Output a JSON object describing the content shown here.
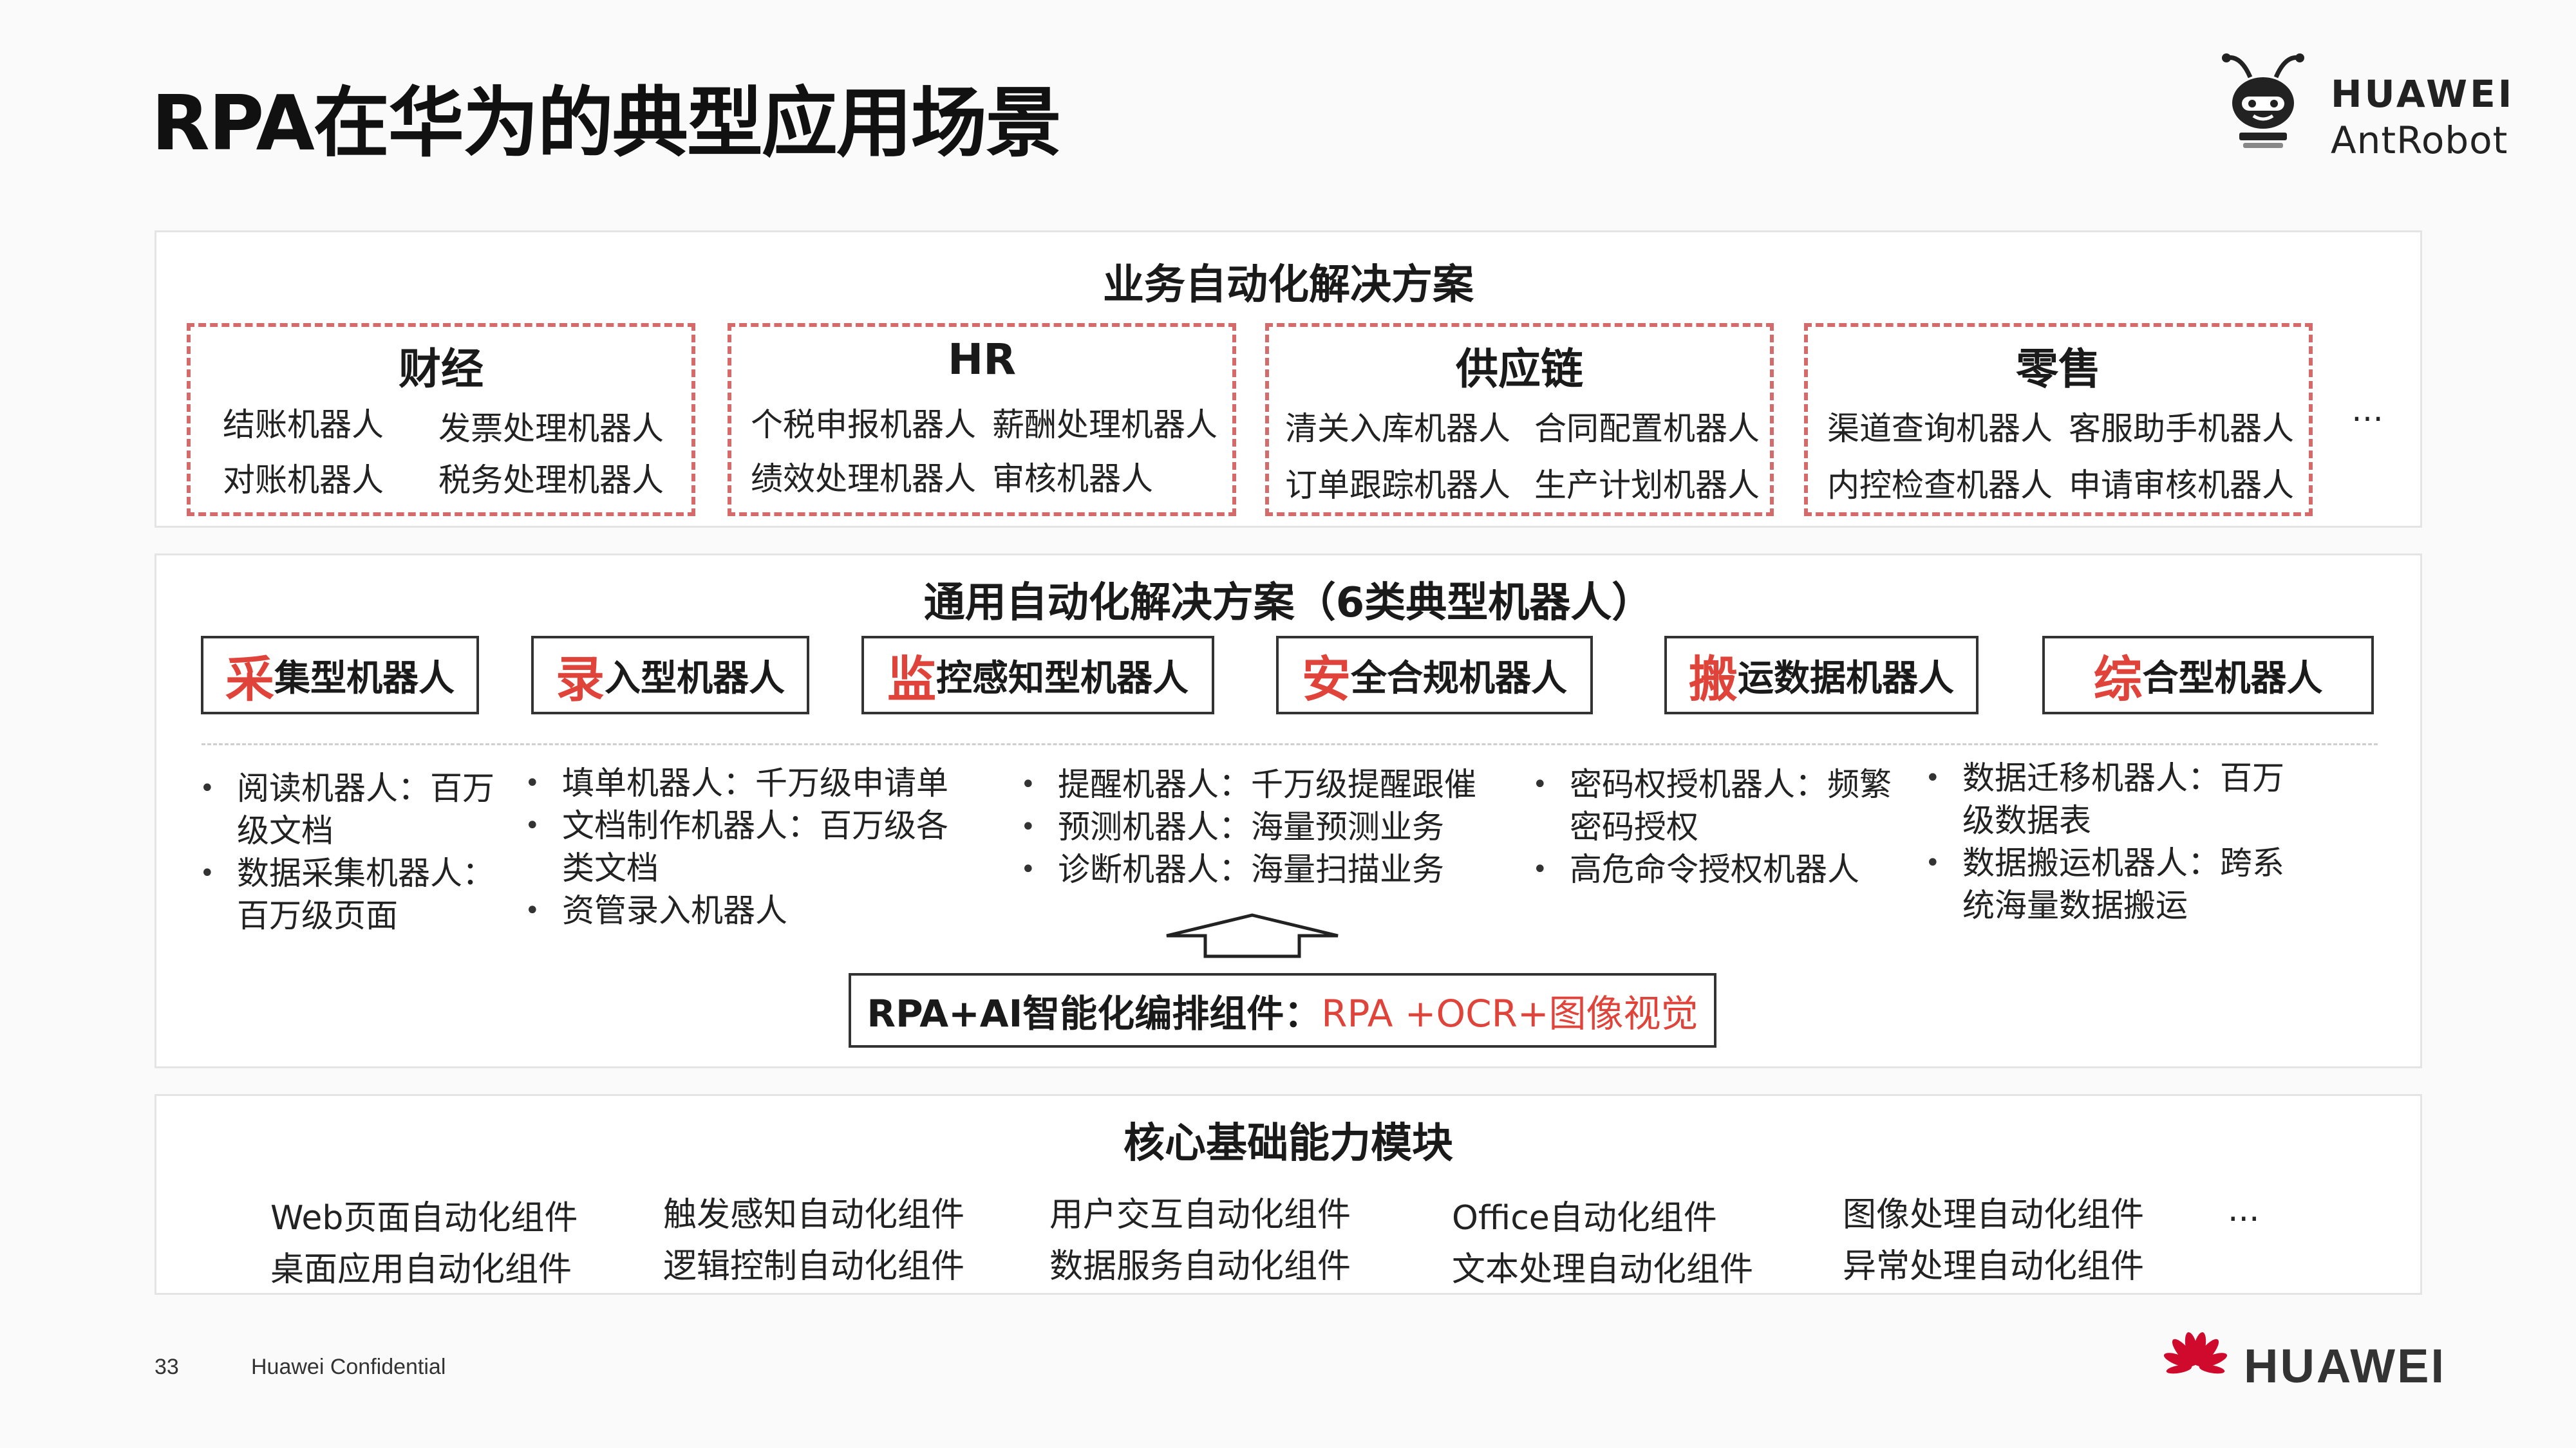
{
  "title": "RPA在华为的典型应用场景",
  "brand": {
    "line1": "HUAWEI",
    "line2": "AntRobot"
  },
  "business": {
    "title": "业务自动化解决方案",
    "ellipsis": "…",
    "groups": [
      {
        "name": "财经",
        "items": [
          "结账机器人",
          "发票处理机器人",
          "对账机器人",
          "税务处理机器人"
        ]
      },
      {
        "name": "HR",
        "items": [
          "个税申报机器人",
          "薪酬处理机器人",
          "绩效处理机器人",
          "审核机器人"
        ]
      },
      {
        "name": "供应链",
        "items": [
          "清关入库机器人",
          "合同配置机器人",
          "订单跟踪机器人",
          "生产计划机器人"
        ]
      },
      {
        "name": "零售",
        "items": [
          "渠道查询机器人",
          "客服助手机器人",
          "内控检查机器人",
          "申请审核机器人"
        ]
      }
    ]
  },
  "general": {
    "title": "通用自动化解决方案（6类典型机器人）",
    "robots": [
      {
        "first": "采",
        "rest": "集型机器人"
      },
      {
        "first": "录",
        "rest": "入型机器人"
      },
      {
        "first": "监",
        "rest": "控感知型机器人"
      },
      {
        "first": "安",
        "rest": "全合规机器人"
      },
      {
        "first": "搬",
        "rest": "运数据机器人"
      },
      {
        "first": "综",
        "rest": "合型机器人"
      }
    ],
    "details": [
      [
        "阅读机器人：百万级文档",
        "数据采集机器人：百万级页面"
      ],
      [
        "填单机器人：千万级申请单",
        "文档制作机器人：百万级各类文档",
        "资管录入机器人"
      ],
      [
        "提醒机器人：千万级提醒跟催",
        "预测机器人：海量预测业务",
        "诊断机器人：海量扫描业务"
      ],
      [
        "密码权授机器人：频繁密码授权",
        "高危命令授权机器人"
      ],
      [
        "数据迁移机器人：百万级数据表",
        "数据搬运机器人：跨系统海量数据搬运"
      ]
    ],
    "ai_label": "RPA+AI智能化编排组件：",
    "ai_value": "RPA +OCR+图像视觉"
  },
  "core": {
    "title": "核心基础能力模块",
    "ellipsis": "...",
    "columns": [
      [
        "Web页面自动化组件",
        "桌面应用自动化组件"
      ],
      [
        "触发感知自动化组件",
        "逻辑控制自动化组件"
      ],
      [
        "用户交互自动化组件",
        "数据服务自动化组件"
      ],
      [
        "Office自动化组件",
        "文本处理自动化组件"
      ],
      [
        "图像处理自动化组件",
        "异常处理自动化组件"
      ]
    ]
  },
  "footer": {
    "page": "33",
    "confidential": "Huawei Confidential",
    "logo": "HUAWEI"
  },
  "colors": {
    "accent": "#e0433a",
    "dashed": "#d46a6a",
    "brand_red": "#cf0a2c"
  }
}
